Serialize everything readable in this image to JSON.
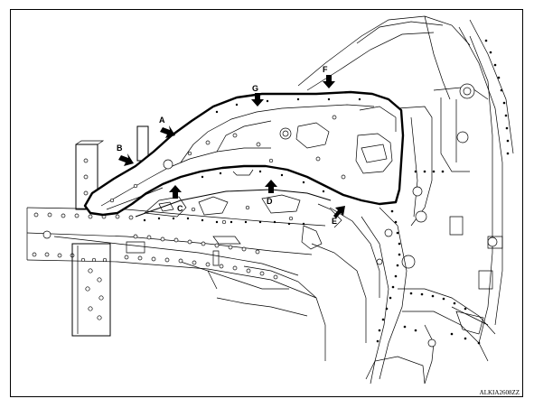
{
  "figure_code": "ALKIA2608ZZ",
  "callouts": [
    {
      "id": "A",
      "label": "A"
    },
    {
      "id": "B",
      "label": "B"
    },
    {
      "id": "C",
      "label": "C"
    },
    {
      "id": "D",
      "label": "D"
    },
    {
      "id": "E",
      "label": "E"
    },
    {
      "id": "F",
      "label": "F"
    },
    {
      "id": "G",
      "label": "G"
    }
  ],
  "colors": {
    "line": "#000000",
    "background": "#ffffff"
  }
}
